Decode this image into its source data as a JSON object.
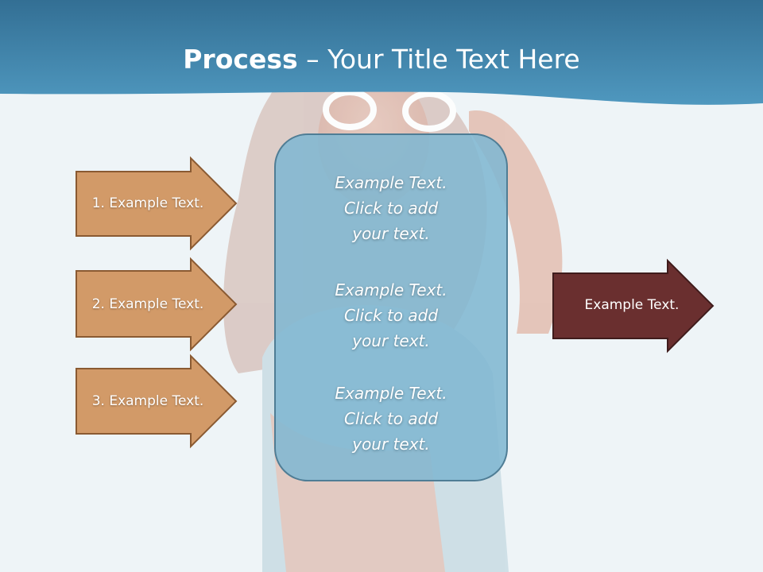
{
  "title": {
    "bold": "Process",
    "rest": " – Your Title Text Here"
  },
  "steps": [
    {
      "label": "1. Example Text."
    },
    {
      "label": "2. Example Text."
    },
    {
      "label": "3. Example Text."
    }
  ],
  "center_blocks": [
    {
      "line1": "Example Text.",
      "line2": "Click  to add",
      "line3": "your text."
    },
    {
      "line1": "Example Text.",
      "line2": "Click  to add",
      "line3": "your text."
    },
    {
      "line1": "Example Text.",
      "line2": "Click  to add",
      "line3": "your text."
    }
  ],
  "output": {
    "label": "Example Text."
  },
  "colors": {
    "header": "#2f7aa0",
    "step_arrow": "#d29a68",
    "step_border": "#8a5a32",
    "output_arrow": "#6a2f2f",
    "panel": "#86bad3"
  }
}
